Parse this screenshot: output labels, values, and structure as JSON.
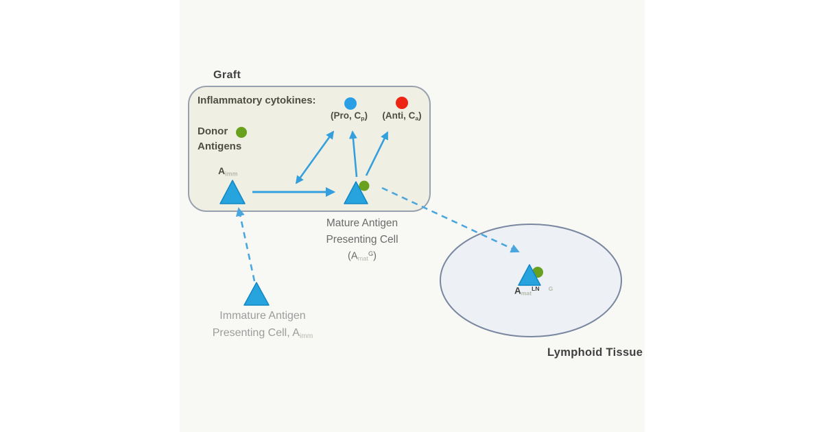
{
  "colors": {
    "page_bg": "#ffffff",
    "photo_bg": "#f8f8f5",
    "graft_box_fill": "#f0efe3",
    "graft_box_border": "#97a1ad",
    "ellipse_fill": "#edf0f4",
    "ellipse_border": "#78869f",
    "triangle_blue": "#27a3de",
    "triangle_edge": "#1187c5",
    "arrow_blue": "#339fdc",
    "dash_blue": "#4aa6de",
    "pro_dot": "#2b9fe6",
    "anti_dot": "#ee2414",
    "antigen_green": "#69a01d",
    "heading_text": "#414141",
    "box_text": "#4e4e40",
    "mature_text": "#6a6a6a",
    "immature_text": "#9c9c9c",
    "faint_text": "#b8b8ae"
  },
  "graft": {
    "title": "Graft",
    "cytokines_label": "Inflammatory cytokines:",
    "pro_label": {
      "open": "(Pro, C",
      "sub": "p",
      "close": ")"
    },
    "anti_label": {
      "open": "(Anti, C",
      "sub": "a",
      "close": ")"
    },
    "donor_line1": "Donor",
    "donor_line2": "Antigens",
    "imm_cell": {
      "base": "A",
      "sub": "imm"
    }
  },
  "mature_apc": {
    "line1": "Mature Antigen",
    "line2": "Presenting Cell",
    "formula": {
      "open": "(A",
      "sub": "mat",
      "sup": "G",
      "close": ")"
    }
  },
  "immature_apc": {
    "line1": "Immature Antigen",
    "line2_prefix": "Presenting Cell, A",
    "line2_sub": "imm"
  },
  "lymphoid": {
    "title": "Lymphoid Tissue",
    "cell_label": {
      "base": "A",
      "sub": "mat",
      "sup": "LN",
      "faint_sup": "G"
    }
  },
  "icons": {
    "pro_cytokine_dot": "blue circle",
    "anti_cytokine_dot": "red circle",
    "donor_antigen_dot": "green circle",
    "apc_triangle": "blue triangle",
    "solid_arrow": "blue arrow",
    "dashed_arrow": "blue dashed arrow"
  }
}
